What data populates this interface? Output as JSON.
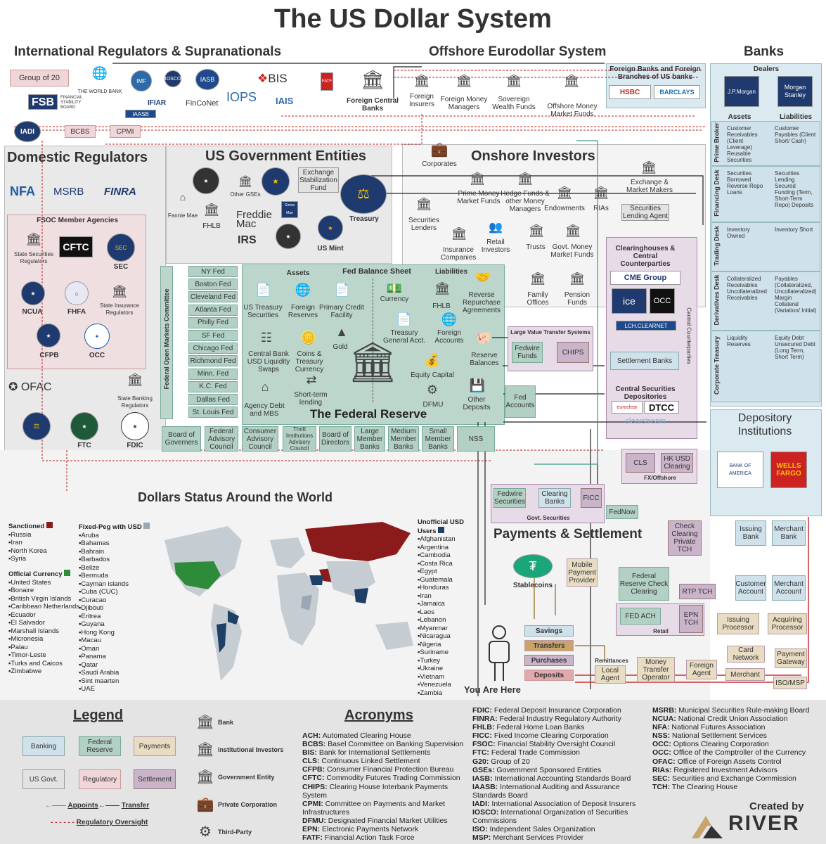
{
  "title": "The US Dollar System",
  "sections": {
    "intl": "International Regulators & Supranationals",
    "offshore": "Offshore Eurodollar System",
    "banks": "Banks",
    "domestic": "Domestic Regulators",
    "usgov": "US Government Entities",
    "onshore": "Onshore Investors",
    "fed": "The Federal Reserve",
    "world": "Dollars Status Around the World",
    "payments": "Payments & Settlement",
    "depository": "Depository Institutions",
    "you": "You Are Here"
  },
  "intl": {
    "g20": "Group of 20",
    "worldbank": "THE WORLD BANK",
    "fsb": "FSB",
    "fsb_sub": "FINANCIAL STABILITY BOARD",
    "iosco": "IOSCO",
    "iasb": "IASB",
    "bis": "BIS",
    "fatf": "FATF",
    "ifiar": "IFIAR",
    "iaasb": "IAASB",
    "finconet": "FinCoNet",
    "iops": "IOPS",
    "iais": "IAIS",
    "iadi": "IADI",
    "bcbs": "BCBS",
    "cpmi": "CPMI"
  },
  "offshore": {
    "fcb": "Foreign Central Banks",
    "insurers": "Foreign Insurers",
    "fmm": "Foreign Money Managers",
    "swf": "Sovereign Wealth Funds",
    "ommf": "Offshore Money Market Funds",
    "foreign_banks": "Foreign Banks and Foreign Branches of US banks",
    "hsbc": "HSBC",
    "barclays": "BARCLAYS"
  },
  "banks": {
    "dealers": "Dealers",
    "jpm": "J.P.Morgan",
    "ms": "Morgan Stanley",
    "assets": "Assets",
    "liabilities": "Liabilities",
    "desks": [
      "Prime Broker",
      "Financing Desk",
      "Trading Desk",
      "Derivatives Desk",
      "Corporate Treasury"
    ],
    "rows": [
      {
        "a": "Customer Receivables (Client Leverage) Reusable Securities",
        "l": "Customer Payables (Client Short/ Cash)"
      },
      {
        "a": "Securities Borrowed Reverse Repo Loans",
        "l": "Securities Lending Secured Funding (Term, Short-Term Repo) Deposits"
      },
      {
        "a": "Inventory Owned",
        "l": "Inventory Short"
      },
      {
        "a": "Collateralized Receivables Uncollateralized Receivables",
        "l": "Payables (Collateralized, Uncollateralized) Margin Collateral (Variation/ Initial)"
      },
      {
        "a": "Liquidity Reserves",
        "l": "Equity Debt Unsecured Debt (Long Term, Short Term)"
      }
    ],
    "bofa": "BANK OF AMERICA",
    "wells": "WELLS FARGO"
  },
  "domestic": {
    "nfa": "NFA",
    "msrb": "MSRB",
    "finra": "FINRA",
    "fsoc": "FSOC Member Agencies",
    "ssr": "State Securities Regulators",
    "cftc": "CFTC",
    "sec": "SEC",
    "ncua": "NCUA",
    "fhfa": "FHFA",
    "sir": "State Insurance Regulators",
    "cfpb": "CFPB",
    "occ": "OCC",
    "ofac": "OFAC",
    "ftc": "FTC",
    "fdic": "FDIC",
    "sbr": "State Banking Regulators"
  },
  "usgov": {
    "esf": "Exchange Stabilization Fund",
    "other_gses": "Other GSEs",
    "fannie": "Fannie Mae",
    "fhlb": "FHLB",
    "freddie": "Freddie Mac",
    "ginnie": "Ginnie Mae",
    "treasury": "Treasury",
    "irs": "IRS",
    "mint": "US Mint"
  },
  "onshore": {
    "corporates": "Corporates",
    "pmmf": "Prime Money Market Funds",
    "hedge": "Hedge Funds & other Money Managers",
    "endow": "Endowments",
    "rias": "RIAs",
    "exch": "Exchange & Market Makers",
    "secl": "Securities Lenders",
    "sla": "Securities Lending Agent",
    "insurance": "Insurance Companies",
    "retail": "Retail Investors",
    "trusts": "Trusts",
    "govmmf": "Govt. Money Market Funds",
    "family": "Family Offices",
    "pension": "Pension Funds"
  },
  "fed": {
    "districts": [
      "NY Fed",
      "Boston Fed",
      "Cleveland Fed",
      "Atlanta Fed",
      "Philly Fed",
      "SF Fed",
      "Chicago Fed",
      "Richmond Fed",
      "Minn. Fed",
      "K.C. Fed",
      "Dallas Fed",
      "St. Louis Fed"
    ],
    "fomc": "Federal Open Markets Committee",
    "assets": "Assets",
    "bs": "Fed Balance Sheet",
    "liabilities": "Liabilities",
    "items": {
      "ust": "US Treasury Securities",
      "fres": "Foreign Reserves",
      "pcf": "Primary Credit Facility",
      "currency": "Currency",
      "fhlb": "FHLB",
      "rrp": "Reverse Repurchase Agreements",
      "swaps": "Central Bank USD Liquidity Swaps",
      "coins": "Coins & Treasury Currency",
      "gold": "Gold",
      "tga": "Treasury General Acct.",
      "facc": "Foreign Accounts",
      "reserves": "Reserve Balances",
      "equity": "Equity Capital",
      "stl": "Short-term lending",
      "agency": "Agency Debt and MBS",
      "dfmu": "DFMU",
      "otherdep": "Other Deposits"
    },
    "councils": [
      "Board of Governers",
      "Federal Advisory Council",
      "Consumer Advisory Council",
      "Thrift Institutions Advisory Council",
      "Board of Directors",
      "Large Member Banks",
      "Medium Member Banks",
      "Small Member Banks",
      "NSS"
    ]
  },
  "ccp": {
    "lvts": "Large Value Transfer Systems",
    "fedwire": "Fedwire Funds",
    "chips": "CHIPS",
    "clearing": "Clearinghouses & Central Counterparties",
    "cme": "CME Group",
    "ice": "ice",
    "occ": "OCC",
    "lch": "LCH.CLEARNET",
    "vertical": "Central Counterparties",
    "settlement": "Settlement Banks",
    "csd": "Central Securities Depositories",
    "euroclear": "euroclear",
    "dtcc": "DTCC",
    "clearstream": "clearstream",
    "fedacc": "Fed Accounts",
    "cls": "CLS",
    "hkusd": "HK USD Clearing",
    "fx": "FX/Offshore"
  },
  "payments": {
    "fedwire_sec": "Fedwire Securities",
    "clearing_banks": "Clearing Banks",
    "ficc": "FICC",
    "govsec": "Govt. Securities",
    "fednow": "FedNow",
    "check": "Check Clearing Private TCH",
    "issuing_bank": "Issuing Bank",
    "merchant_bank": "Merchant Bank",
    "stablecoins": "Stablecoins",
    "mobile": "Mobile Payment Provider",
    "frcc": "Federal Reserve Check Clearing",
    "rtp": "RTP TCH",
    "cust": "Customer Account",
    "macc": "Merchant Account",
    "fedach": "FED ACH",
    "epn": "EPN TCH",
    "retail": "Retail",
    "iproc": "Issuing Processor",
    "aproc": "Acquiring Processor",
    "savings": "Savings",
    "transfers": "Transfers",
    "purchases": "Purchases",
    "deposits": "Deposits",
    "remit": "Remittances",
    "local": "Local Agent",
    "mto": "Money Transfer Operator",
    "fagent": "Foreign Agent",
    "cardnet": "Card Network",
    "gateway": "Payment Gateway",
    "merchant": "Merchant",
    "iso": "ISO/MSP"
  },
  "world": {
    "sanctioned_h": "Sanctioned",
    "sanctioned": [
      "Russia",
      "Iran",
      "North Korea",
      "Syria"
    ],
    "official_h": "Official Currency",
    "official": [
      "United States",
      "Bonaire",
      "British Virgin Islands",
      "Caribbean Netherlands",
      "Ecuador",
      "El Salvador",
      "Marshall Islands",
      "Micronesia",
      "Palau",
      "Timor-Leste",
      "Turks and Caicos",
      "Zimbabwe"
    ],
    "peg_h": "Fixed-Peg with USD",
    "peg": [
      "Aruba",
      "Bahamas",
      "Bahrain",
      "Barbados",
      "Belize",
      "Bermuda",
      "Cayman islands",
      "Cuba (CUC)",
      "Curacao",
      "Djibouti",
      "Eritrea",
      "Guyana",
      "Hong Kong",
      "Macau",
      "Oman",
      "Panama",
      "Qatar",
      "Saudi Arabia",
      "Sint maarten",
      "UAE"
    ],
    "unofficial_h": "Unofficial USD Users",
    "unofficial": [
      "Afghanistan",
      "Argentina",
      "Cambodia",
      "Costa Rica",
      "Egypt",
      "Guatemala",
      "Honduras",
      "Iran",
      "Jamaica",
      "Laos",
      "Lebanon",
      "Myanmar",
      "Nicaragua",
      "Nigeria",
      "Suriname",
      "Turkey",
      "Ukraine",
      "Vietnam",
      "Venezuela",
      "Zambia"
    ],
    "colors": {
      "sanctioned": "#8b1a1a",
      "official": "#2e8b3a",
      "peg": "#9aa7b5",
      "unofficial": "#1e3f66"
    }
  },
  "legend": {
    "title": "Legend",
    "chips": [
      "Banking",
      "Federal Reserve",
      "Payments",
      "US Govt.",
      "Regulatory",
      "Settlement"
    ],
    "icons": [
      "Bank",
      "Institutional Investors",
      "Government Entity",
      "Private Corporation",
      "Third-Party"
    ],
    "appoints": "Appoints",
    "transfer": "Transfer",
    "oversight": "Regulatory Oversight"
  },
  "acronyms": {
    "title": "Acronyms",
    "col1": [
      [
        "ACH:",
        " Automated Clearing House"
      ],
      [
        "BCBS:",
        " Basel Committee on Banking Supervision"
      ],
      [
        "BIS:",
        " Bank for International Settlements"
      ],
      [
        "CLS:",
        " Continuous Linked Settlement"
      ],
      [
        "CFPB:",
        " Consumer Financial Protection Bureau"
      ],
      [
        "CFTC:",
        " Commodity Futures Trading Commission"
      ],
      [
        "CHIPS:",
        " Clearing House Interbank Payments System"
      ],
      [
        "CPMI:",
        " Committee on Payments and Market Infrastructures"
      ],
      [
        "DFMU:",
        " Designated Financial Market Utilities"
      ],
      [
        "EPN:",
        " Electronic Payments Network"
      ],
      [
        "FATF:",
        " Financial Action Task Force"
      ]
    ],
    "col2": [
      [
        "FDIC:",
        " Federal Deposit Insurance Corporation"
      ],
      [
        "FINRA:",
        " Federal Industry Regulatory Authority"
      ],
      [
        "FHLB:",
        " Federal Home Loan Banks"
      ],
      [
        "FICC:",
        " Fixed Income Clearing Corporation"
      ],
      [
        "FSOC:",
        " Financial Stability Oversight Council"
      ],
      [
        "FTC:",
        " Federal Trade Commission"
      ],
      [
        "G20:",
        " Group of 20"
      ],
      [
        "GSEs:",
        " Government Sponsored Entities"
      ],
      [
        "IASB:",
        " International Accounting Standards Board"
      ],
      [
        "IAASB:",
        " International Auditing and Assurance Standards Board"
      ],
      [
        "IADI:",
        " International Association of Deposit Insurers"
      ],
      [
        "IOSCO:",
        " International Organization of Securities Commissions"
      ],
      [
        "ISO:",
        " Independent Sales Organization"
      ],
      [
        "MSP:",
        " Merchant Services Provider"
      ]
    ],
    "col3": [
      [
        "MSRB:",
        " Municipal Securities Rule-making Board"
      ],
      [
        "NCUA:",
        " National Credit Union Association"
      ],
      [
        "NFA:",
        " National Futures Association"
      ],
      [
        "NSS:",
        " National Settlement Services"
      ],
      [
        "OCC:",
        " Options Clearing Corporation"
      ],
      [
        "OCC:",
        " Office of the Comptroller of the Currency"
      ],
      [
        "OFAC:",
        " Office of Foreign Assets Control"
      ],
      [
        "RIAs:",
        " Registered Investment Advisors"
      ],
      [
        "SEC:",
        " Securities and Exchange Commission"
      ],
      [
        "TCH:",
        " The Clearing House"
      ]
    ]
  },
  "credit": {
    "created": "Created by",
    "brand": "RIVER"
  }
}
